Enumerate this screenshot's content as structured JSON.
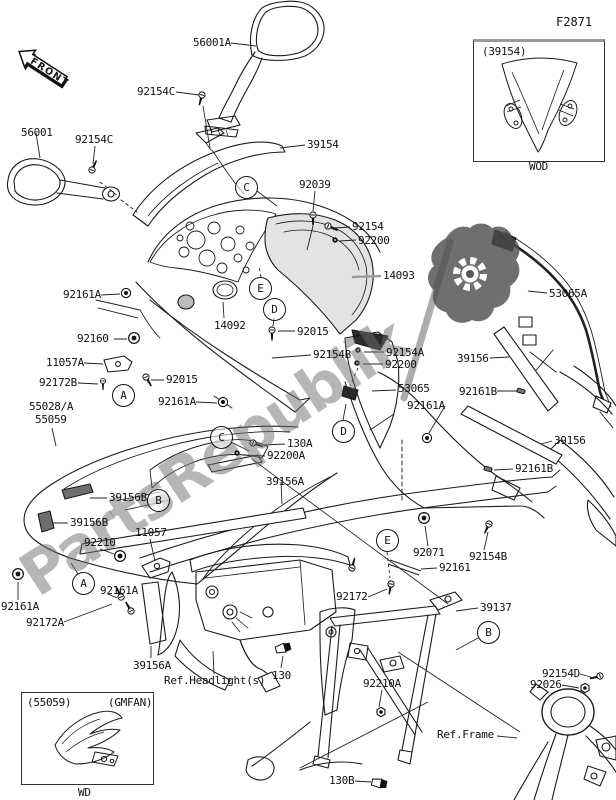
{
  "diagram_code": "F2871",
  "front_label": "FRONT",
  "watermark": "PartsRepublik",
  "insets": {
    "windshield": {
      "caption": "(39154)",
      "note": "WOD"
    },
    "cowling": {
      "caption_left": "(55059)",
      "caption_right": "(GMFAN)",
      "note": "WD"
    }
  },
  "callouts": [
    "C",
    "E",
    "D",
    "A",
    "C",
    "D",
    "B",
    "E",
    "A",
    "B"
  ],
  "parts": [
    {
      "id": "mirror-right",
      "text": "56001A"
    },
    {
      "id": "screw-mirror-top",
      "text": "92154C"
    },
    {
      "id": "mirror-left",
      "text": "56001"
    },
    {
      "id": "screw-mirror-left",
      "text": "92154C"
    },
    {
      "id": "windshield",
      "text": "39154"
    },
    {
      "id": "screw-92039",
      "text": "92039"
    },
    {
      "id": "screw-92154",
      "text": "92154"
    },
    {
      "id": "rivet-92200",
      "text": "92200"
    },
    {
      "id": "cowling-upper",
      "text": "14093"
    },
    {
      "id": "trim-53065a",
      "text": "53065A"
    },
    {
      "id": "bolt-92161a-1",
      "text": "92161A"
    },
    {
      "id": "grommet-92160",
      "text": "92160"
    },
    {
      "id": "cover-14092",
      "text": "14092"
    },
    {
      "id": "screw-92015-r",
      "text": "92015"
    },
    {
      "id": "screw-92154b-l",
      "text": "92154B"
    },
    {
      "id": "screw-92154a",
      "text": "92154A"
    },
    {
      "id": "rivet-92200-2",
      "text": "92200"
    },
    {
      "id": "pad-39156-u",
      "text": "39156"
    },
    {
      "id": "cover-53065",
      "text": "53065"
    },
    {
      "id": "damper-92161b-u",
      "text": "92161B"
    },
    {
      "id": "bracket-11057a",
      "text": "11057A"
    },
    {
      "id": "screw-92172b",
      "text": "92172B"
    },
    {
      "id": "screw-92015-l",
      "text": "92015"
    },
    {
      "id": "bolt-92161a-2",
      "text": "92161A"
    },
    {
      "id": "cowling-55028",
      "text": "55028/A"
    },
    {
      "id": "cowling-55059",
      "text": "55059"
    },
    {
      "id": "bolt-92161a-3",
      "text": "92161A"
    },
    {
      "id": "screw-130a",
      "text": "130A"
    },
    {
      "id": "rivet-92200a",
      "text": "92200A"
    },
    {
      "id": "pad-39156a-1",
      "text": "39156A"
    },
    {
      "id": "pad-39156-l",
      "text": "39156"
    },
    {
      "id": "damper-92161b-l",
      "text": "92161B"
    },
    {
      "id": "pad-39156b-1",
      "text": "39156B"
    },
    {
      "id": "pad-39156b-2",
      "text": "39156B"
    },
    {
      "id": "bracket-11057",
      "text": "11057"
    },
    {
      "id": "grommet-92210",
      "text": "92210"
    },
    {
      "id": "grommet-92071",
      "text": "92071"
    },
    {
      "id": "screw-92154b-r",
      "text": "92154B"
    },
    {
      "id": "damper-92161",
      "text": "92161"
    },
    {
      "id": "screw-92172",
      "text": "92172"
    },
    {
      "id": "stay-39137",
      "text": "39137"
    },
    {
      "id": "bolt-92161a-4",
      "text": "92161A"
    },
    {
      "id": "bolt-92161a-5",
      "text": "92161A"
    },
    {
      "id": "screw-92172a",
      "text": "92172A"
    },
    {
      "id": "pad-39156a-2",
      "text": "39156A"
    },
    {
      "id": "ref-headlight",
      "text": "Ref.Headlight(s)"
    },
    {
      "id": "bolt-130",
      "text": "130"
    },
    {
      "id": "nut-92210a",
      "text": "92210A"
    },
    {
      "id": "screw-92154d",
      "text": "92154D"
    },
    {
      "id": "nut-92026",
      "text": "92026"
    },
    {
      "id": "ref-frame",
      "text": "Ref.Frame"
    },
    {
      "id": "bolt-130b",
      "text": "130B"
    }
  ]
}
